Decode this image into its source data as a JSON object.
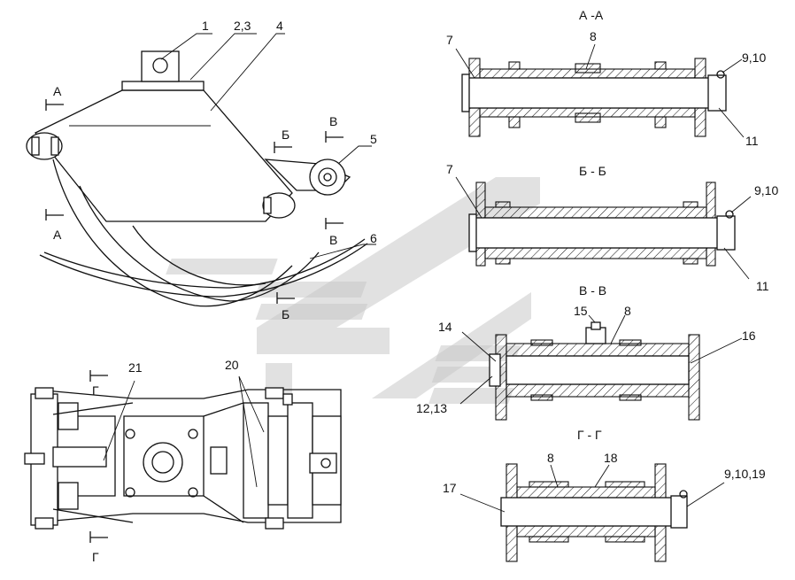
{
  "sections": {
    "aa": "А -А",
    "bb": "Б - Б",
    "vv": "В - В",
    "gg": "Г - Г"
  },
  "cut_marks": {
    "a_top": "А",
    "a_bottom": "А",
    "b_upper": "Б",
    "b_lower": "Б",
    "v_upper": "В",
    "v_lower": "В",
    "g_top": "Г",
    "g_bottom": "Г"
  },
  "callouts": {
    "main_view": [
      "1",
      "2,3",
      "4",
      "5",
      "6"
    ],
    "plan_view": [
      "21",
      "20"
    ],
    "section_aa": [
      "7",
      "8",
      "9,10",
      "11"
    ],
    "section_bb": [
      "7",
      "9,10",
      "11"
    ],
    "section_vv": [
      "15",
      "8",
      "14",
      "16",
      "12,13"
    ],
    "section_gg": [
      "8",
      "18",
      "17",
      "9,10,19"
    ]
  },
  "colors": {
    "line": "#111111",
    "watermark": "#c9c9c9"
  }
}
